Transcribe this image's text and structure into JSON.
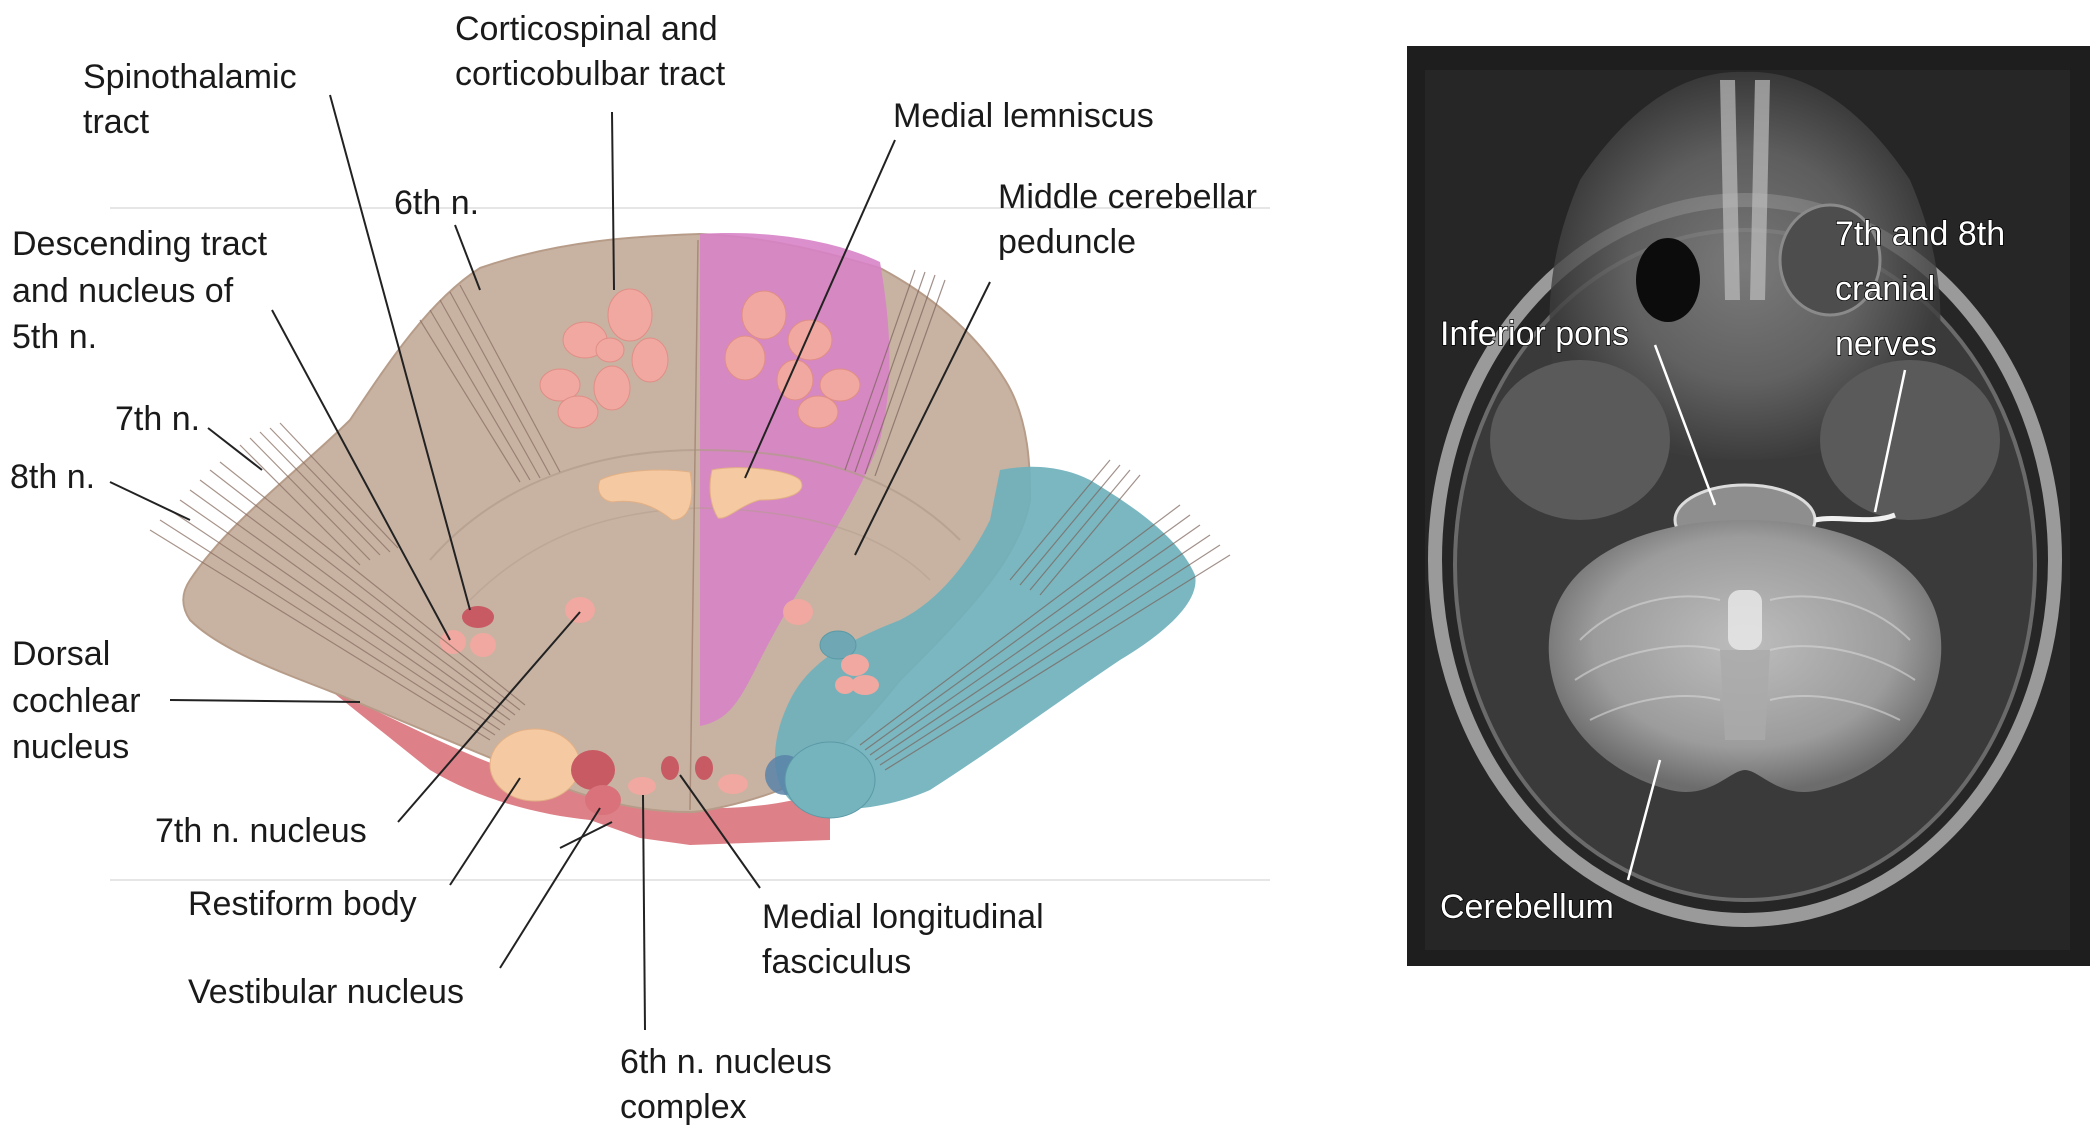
{
  "colors": {
    "pons_tan": "#c8b3a3",
    "lemniscus_magenta": "#d783c6",
    "peduncle_teal": "#6fb1bc",
    "nucleus_pink": "#f0a8a0",
    "nucleus_orange": "#f5c9a2",
    "base_red": "#d9727a",
    "mri_background": "#1e1e1e"
  },
  "labels": {
    "corticospinal_1": "Corticospinal and",
    "corticospinal_2": "corticobulbar tract",
    "spinothalamic_1": "Spinothalamic",
    "spinothalamic_2": "tract",
    "medial_lemniscus": "Medial lemniscus",
    "sixth_n": "6th n.",
    "mcp_1": "Middle cerebellar",
    "mcp_2": "peduncle",
    "descending_1": "Descending tract",
    "descending_2": "and nucleus of",
    "descending_3": "5th n.",
    "seventh_n": "7th n.",
    "eighth_n": "8th n.",
    "dorsal_1": "Dorsal",
    "dorsal_2": "cochlear",
    "dorsal_3": "nucleus",
    "seventh_nucleus": "7th n. nucleus",
    "restiform": "Restiform body",
    "vestibular": "Vestibular nucleus",
    "mlf_1": "Medial longitudinal",
    "mlf_2": "fasciculus",
    "sixth_complex_1": "6th n. nucleus",
    "sixth_complex_2": "complex"
  },
  "mri_labels": {
    "inferior_pons": "Inferior pons",
    "nerves_1": "7th and 8th",
    "nerves_2": "cranial",
    "nerves_3": "nerves",
    "cerebellum": "Cerebellum"
  }
}
